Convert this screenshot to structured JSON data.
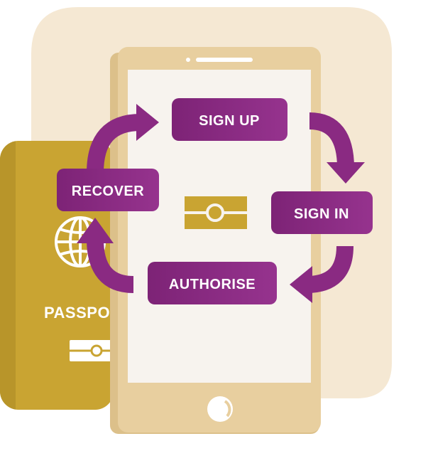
{
  "steps": {
    "sign_up": "SIGN UP",
    "sign_in": "SIGN IN",
    "authorise": "AUTHORISE",
    "recover": "RECOVER"
  },
  "passport": {
    "label": "PASSPO"
  },
  "colors": {
    "background_blob": "#f5e8d3",
    "passport": "#c9a432",
    "phone_body": "#e8cf9f",
    "phone_screen": "#f7f3ee",
    "accent_purple": "#8a2a82",
    "card_icon": "#c9a432"
  },
  "icons": [
    "globe-icon",
    "card-icon",
    "cycle-arrow-icon"
  ]
}
